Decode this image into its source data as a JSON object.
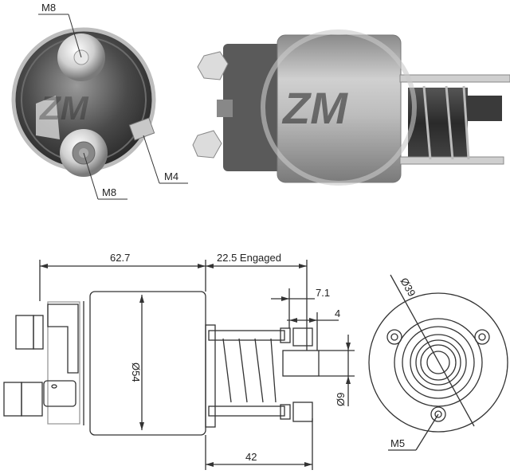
{
  "colors": {
    "line": "#333333",
    "metal_light": "#d6d6d6",
    "metal_mid": "#a9a9a9",
    "metal_dark": "#555555",
    "shadow": "#2e2e2e"
  },
  "photo_end_view": {
    "labels": {
      "top_terminal": "M8",
      "bottom_terminal": "M8",
      "small_terminal": "M4"
    }
  },
  "photo_side_view": {
    "watermark_logo": "ZM"
  },
  "drawing_side_view": {
    "dimensions": {
      "body_length": "62.7",
      "plunger_travel": "22.5 Engaged",
      "body_diameter": "Ø54",
      "stud_offset": "7.1",
      "plunger_offset": "4",
      "plunger_diameter": "Ø9",
      "mount_length": "42"
    }
  },
  "drawing_end_view": {
    "dimensions": {
      "bolt_circle": "Ø39",
      "mount_thread": "M5"
    }
  }
}
